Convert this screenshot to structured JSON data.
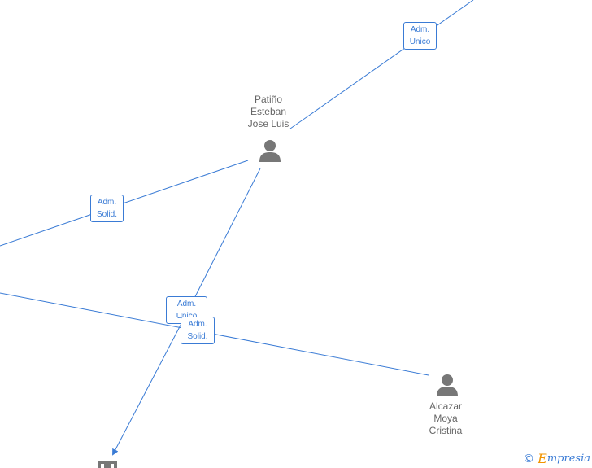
{
  "nodes": {
    "patino": {
      "line1": "Patiño",
      "line2": "Esteban",
      "line3": "Jose Luis"
    },
    "alcazar": {
      "line1": "Alcazar",
      "line2": "Moya",
      "line3": "Cristina"
    }
  },
  "badges": {
    "top": {
      "line1": "Adm.",
      "line2": "Unico"
    },
    "left": {
      "line1": "Adm.",
      "line2": "Solid."
    },
    "center_unico": {
      "line1": "Adm.",
      "line2": "Unico"
    },
    "center_solid": {
      "line1": "Adm.",
      "line2": "Solid."
    }
  },
  "watermark": {
    "symbol": "©",
    "brand_first": "E",
    "brand_rest": "mpresia"
  },
  "colors": {
    "edge": "#3a7bd5",
    "node_icon": "#777777",
    "label": "#666666",
    "brand": "#f29400"
  }
}
